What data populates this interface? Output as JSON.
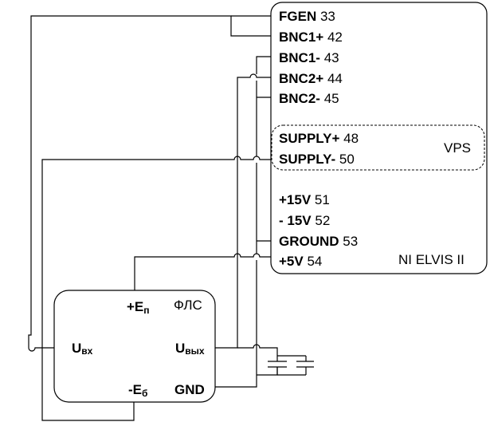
{
  "elvis": {
    "name": "NI ELVIS II",
    "pins": [
      {
        "name": "FGEN",
        "num": "33"
      },
      {
        "name": "BNC1+",
        "num": "42"
      },
      {
        "name": "BNC1-",
        "num": "43"
      },
      {
        "name": "BNC2+",
        "num": "44"
      },
      {
        "name": "BNC2-",
        "num": "45"
      },
      {
        "name": "SUPPLY+",
        "num": "48"
      },
      {
        "name": "SUPPLY-",
        "num": "50"
      },
      {
        "name": "+15V",
        "num": "51"
      },
      {
        "name": "- 15V",
        "num": "52"
      },
      {
        "name": "GROUND",
        "num": "53"
      },
      {
        "name": "+5V",
        "num": "54"
      }
    ],
    "vps_label": "VPS"
  },
  "fls": {
    "name": "ФЛС",
    "in_main": "U",
    "in_sub": "вх",
    "out_main": "U",
    "out_sub": "вых",
    "ep_main": "+E",
    "ep_sub": "п",
    "eb_main": "-E",
    "eb_sub": "б",
    "gnd": "GND"
  }
}
